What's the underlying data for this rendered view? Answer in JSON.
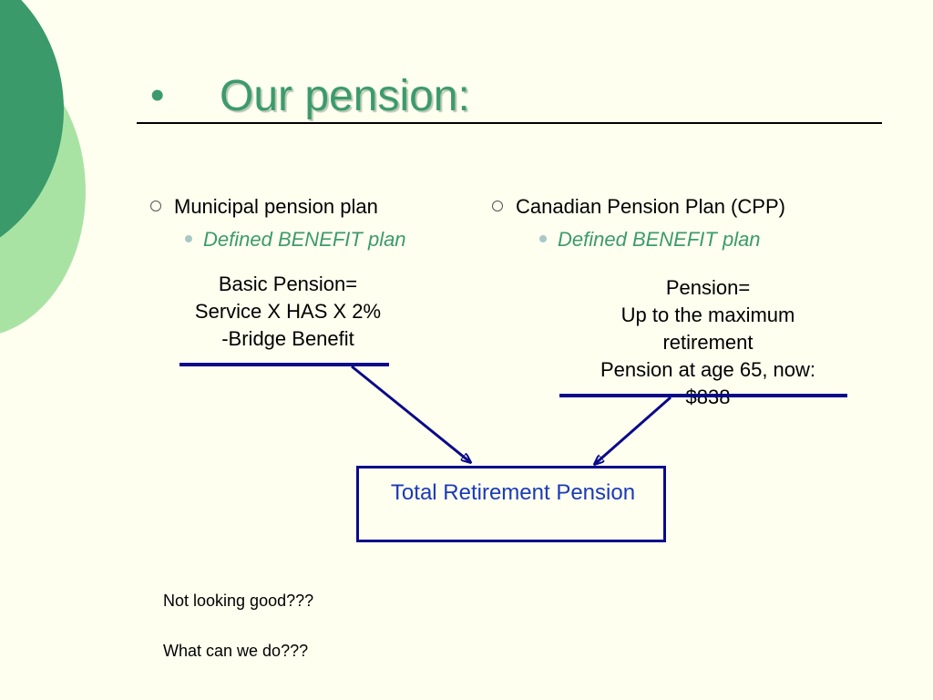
{
  "slide": {
    "title_bullet": "•",
    "title": "Our pension:"
  },
  "left_column": {
    "heading": "Municipal pension plan",
    "sub": "Defined BENEFIT plan",
    "formula": [
      "Basic Pension=",
      "Service X HAS X 2%",
      "-Bridge Benefit"
    ]
  },
  "right_column": {
    "heading": "Canadian Pension Plan (CPP)",
    "sub": "Defined BENEFIT  plan",
    "formula": [
      "Pension=",
      "Up to the maximum",
      "retirement",
      "Pension at age 65, now:",
      "$838"
    ]
  },
  "total_box": {
    "label": "Total Retirement Pension"
  },
  "notes": {
    "line1": "Not looking good???",
    "line2": "What can we do???"
  },
  "colors": {
    "background": "#fffff0",
    "title_green": "#3c9a6c",
    "circle_dark": "#3a9a6a",
    "circle_light": "#a9e3a4",
    "line_navy": "#0a0a8a",
    "box_text_blue": "#1a3ab8"
  },
  "icons": {
    "title_bullet": "bullet-dot-icon",
    "list_bullet": "hollow-circle-icon",
    "sub_bullet": "filled-dot-icon",
    "connector": "arrow-icon"
  }
}
